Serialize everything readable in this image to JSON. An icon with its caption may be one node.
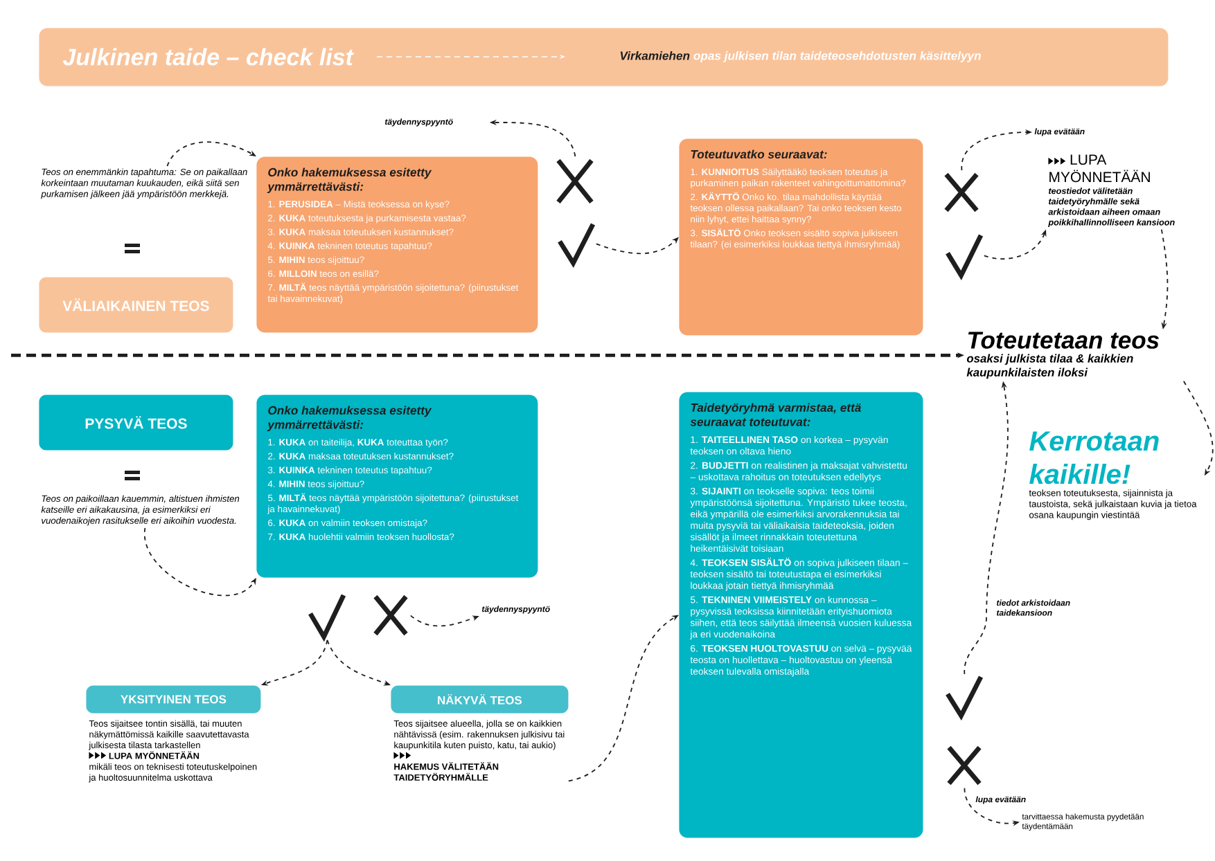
{
  "diagram": {
    "nodes": [
      {
        "text": [
          "Julkinen taide – check list",
          "Virkamiehen",
          "opas julkisen tilan taideteosehdotusten käsittelyyn"
        ]
      },
      {
        "text": [
          "Teos on enemmänkin tapahtuma: Se on paikallaan korkeintaan muutaman kuukauden, eikä siitä sen purkamisen jälkeen jää ympäristöön merkkejä."
        ]
      },
      {
        "text": [
          "VÄLIAIKAINEN TEOS"
        ]
      },
      {
        "text": [
          "Onko hakemuksessa esitetty ymmärrettävästi:",
          "1. **PERUSIDEA** – Mistä teoksessa on kyse?",
          "2. **KUKA** toteutuksesta ja purkamisesta vastaa?",
          "3. **KUKA** maksaa toteutuksen kustannukset?",
          "4. **KUINKA** tekninen toteutus tapahtuu?",
          "5. **MIHIN** teos sijoittuu?",
          "6. **MILLOIN** teos on esillä?",
          "7. **MILTÄ** teos näyttää ympäristöön sijoitettuna? (piirustukset tai havainnekuvat)"
        ]
      },
      {
        "text": [],
        "shape": "cross"
      },
      {
        "text": [],
        "shape": "check"
      },
      {
        "text": [
          "täydennyspyyntö"
        ]
      },
      {
        "text": [
          "Toteutuvatko seuraavat:",
          "1. **KUNNIOITUS** Säilyttääkö teoksen toteutus ja purkaminen paikan rakenteet vahingoittumattomina?",
          "2. **KÄYTTÖ** Onko ko. tilaa mahdollista käyttää teoksen ollessa paikallaan? Tai onko teoksen kesto niin lyhyt, ettei haittaa synny?",
          "3. **SISÄLTÖ** Onko teoksen sisältö sopiva julkiseen tilaan? (ei esimerkiksi loukkaa tiettyä ihmisryhmää)"
        ]
      },
      {
        "text": [],
        "shape": "cross"
      },
      {
        "text": [],
        "shape": "check"
      },
      {
        "text": [
          "lupa evätään"
        ]
      },
      {
        "text": [
          "LUPA MYÖNNETÄÄN",
          "teostiedot välitetään taidetyöryhmälle sekä arkistoidaan aiheen omaan poikkihallinnolliseen kansioon"
        ]
      },
      {
        "text": [
          "Toteutetaan teos",
          "osaksi julkista tilaa & kaikkien kaupunkilaisten iloksi"
        ]
      },
      {
        "text": [
          "Kerrotaan kaikille!",
          "teoksen toteutuksesta, sijainnista ja taustoista, sekä julkaistaan kuvia ja tietoa osana kaupungin viestintää"
        ]
      },
      {
        "text": [
          "PYSYVÄ TEOS"
        ]
      },
      {
        "text": [
          "Teos on paikoillaan kauemmin, altistuen ihmisten katseille eri aikakausina, ja esimerkiksi eri vuodenaikojen rasitukselle eri aikoihin vuodesta."
        ]
      },
      {
        "text": [
          "Onko hakemuksessa esitetty ymmärrettävästi:",
          "1. **KUKA** on taiteilija, **KUKA** toteuttaa työn?",
          "2. **KUKA** maksaa toteutuksen kustannukset?",
          "3. **KUINKA** tekninen toteutus tapahtuu?",
          "4. **MIHIN** teos sijoittuu?",
          "5. **MILTÄ** teos näyttää ympäristöön sijoitettuna? (piirustukset ja havainnekuvat)",
          "6. **KUKA** on valmiin teoksen omistaja?",
          "7. **KUKA** huolehtii valmiin teoksen huollosta?"
        ]
      },
      {
        "text": [],
        "shape": "check"
      },
      {
        "text": [],
        "shape": "cross"
      },
      {
        "text": [
          "täydennyspyyntö"
        ]
      },
      {
        "text": [
          "YKSITYINEN TEOS"
        ],
        "beside": [
          "Teos sijaitsee tontin sisällä, tai muuten näkymättömissä kaikille saavutettavasta julkisesta tilasta tarkastellen",
          "LUPA MYÖNNETÄÄN",
          "mikäli teos on teknisesti toteutuskelpoinen ja huoltosuunnitelma uskottava"
        ]
      },
      {
        "text": [
          "NÄKYVÄ TEOS"
        ],
        "beside": [
          "Teos sijaitsee alueella, jolla se on kaikkien nähtävissä (esim. rakennuksen julkisivu tai kaupunkitila kuten puisto, katu, tai aukio)",
          "HAKEMUS VÄLITETÄÄN TAIDETYÖRYHMÄLLE"
        ]
      },
      {
        "text": [
          "Taidetyöryhmä varmistaa, että seuraavat toteutuvat:",
          "1. **TAITEELLINEN TASO** on korkea – pysyvän teoksen on oltava hieno",
          "2. **BUDJETTI** on realistinen ja maksajat vahvistettu – uskottava rahoitus on toteutuksen edellytys",
          "3. **SIJAINTI** on teokselle sopiva: teos toimii ympäristöönsä sijoitettuna. Ympäristö tukee teosta, eikä ympärillä ole esimerkiksi arvorakennuksia tai muita pysyviä tai väliaikaisia taideteoksia, joiden sisällöt ja ilmeet rinnakkain toteutettuna heikentäisivät toisiaan",
          "4. **TEOKSEN SISÄLTÖ** on sopiva julkiseen tilaan – teoksen sisältö tai toteutustapa ei esimerkiksi loukkaa jotain tiettyä ihmisryhmää",
          "5. **TEKNINEN VIIMEISTELY** on kunnossa – pysyvissä teoksissa kiinnitetään erityishuomiota siihen, että teos säilyttää ilmeensä vuosien kuluessa ja eri vuodenaikoina",
          "6. **TEOKSEN HUOLTOVASTUU** on selvä – pysyvää teosta on huollettava – huoltovastuu on yleensä teoksen tulevalla omistajalla"
        ]
      },
      {
        "text": [],
        "shape": "check"
      },
      {
        "text": [],
        "shape": "cross"
      },
      {
        "text": [
          "tarvittaessa hakemusta pyydetään täydentämään"
        ]
      }
    ],
    "edges": [
      {
        "from": 1,
        "to": 3,
        "arrow": "to",
        "style": "dashed"
      },
      {
        "from": 4,
        "to": 6,
        "arrow": "to",
        "style": "dashed"
      },
      {
        "from": 5,
        "to": 7,
        "arrow": "to",
        "style": "dashed"
      },
      {
        "from": 8,
        "to": 10,
        "arrow": "to",
        "style": "dashed"
      },
      {
        "from": 9,
        "to": 11,
        "arrow": "to",
        "style": "dashed"
      },
      {
        "from": 11,
        "to": 12,
        "arrow": "to",
        "style": "dashed"
      },
      {
        "from": null,
        "to": 12,
        "arrow": "to",
        "style": "dashed"
      },
      {
        "from": 12,
        "to": 13,
        "arrow": "to",
        "style": "dashed"
      },
      {
        "from": 15,
        "to": 16,
        "arrow": "to",
        "style": "dashed"
      },
      {
        "from": 18,
        "to": 19,
        "arrow": "to",
        "style": "dashed"
      },
      {
        "from": 17,
        "to": 20,
        "arrow": "to",
        "style": "dashed"
      },
      {
        "from": 17,
        "to": 21,
        "arrow": "to",
        "style": "dashed"
      },
      {
        "from": 21,
        "to": 22,
        "arrow": "to",
        "style": "dashed"
      },
      {
        "from": 23,
        "to": 12,
        "arrow": "to",
        "style": "dashed",
        "label": "tiedot arkistoidaan taidekansioon"
      },
      {
        "from": 24,
        "to": 25,
        "arrow": "to",
        "style": "dashed",
        "label": "lupa evätään"
      }
    ]
  }
}
